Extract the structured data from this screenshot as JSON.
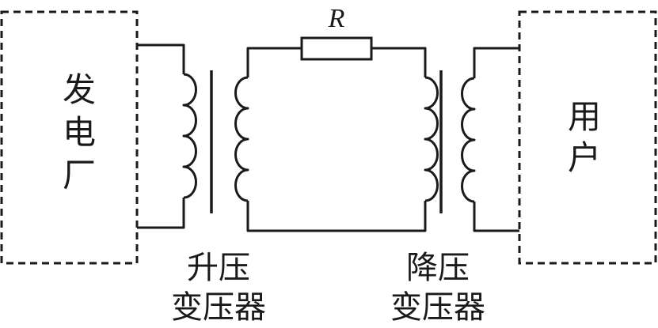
{
  "generator": {
    "label_lines": [
      "发",
      "电",
      "厂"
    ]
  },
  "consumer": {
    "label_lines": [
      "用",
      "户"
    ]
  },
  "resistor": {
    "label": "R"
  },
  "step_up_transformer": {
    "label_lines": [
      "升压",
      "变压器"
    ]
  },
  "step_down_transformer": {
    "label_lines": [
      "降压",
      "变压器"
    ]
  }
}
